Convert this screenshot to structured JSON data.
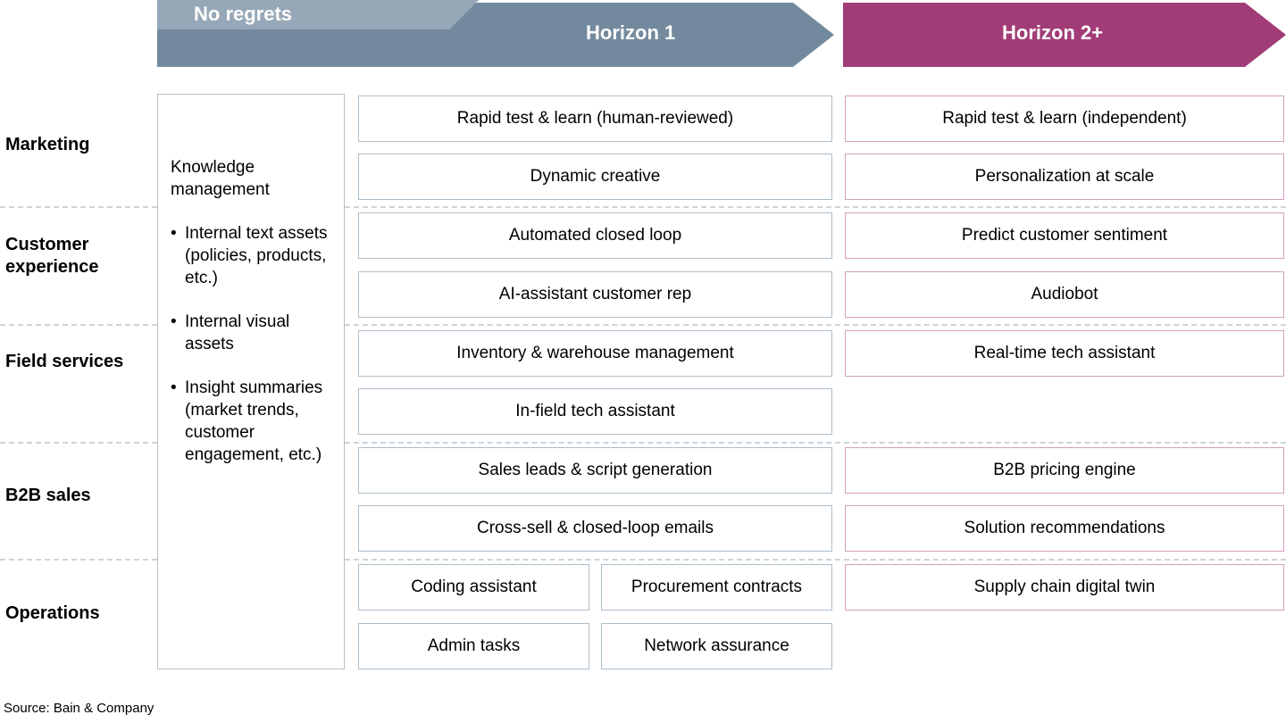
{
  "header": {
    "no_regrets_label": "No regrets",
    "horizon1_label": "Horizon 1",
    "horizon2_label": "Horizon 2+",
    "colors": {
      "no_regrets": "#96a8b8",
      "horizon1": "#738a9e",
      "horizon2": "#a13c77"
    }
  },
  "no_regrets_column": {
    "title": "Knowledge management",
    "bullets": [
      "Internal text assets (policies, products, etc.)",
      "Internal visual assets",
      "Insight summaries (market trends, customer engagement, etc.)"
    ]
  },
  "rows": [
    {
      "label": "Marketing",
      "horizon1": [
        "Rapid test & learn (human-reviewed)",
        "Dynamic creative"
      ],
      "horizon2": [
        "Rapid test & learn (independent)",
        "Personalization at scale"
      ]
    },
    {
      "label": "Customer experience",
      "horizon1": [
        "Automated closed loop",
        "AI-assistant customer rep"
      ],
      "horizon2": [
        "Predict customer sentiment",
        "Audiobot"
      ]
    },
    {
      "label": "Field services",
      "horizon1": [
        "Inventory & warehouse management",
        "In-field tech assistant"
      ],
      "horizon2": [
        "Real-time tech assistant"
      ]
    },
    {
      "label": "B2B sales",
      "horizon1": [
        "Sales leads & script generation",
        "Cross-sell & closed-loop emails"
      ],
      "horizon2": [
        "B2B pricing engine",
        "Solution recommendations"
      ]
    },
    {
      "label": "Operations",
      "horizon1_split": [
        [
          "Coding assistant",
          "Procurement contracts"
        ],
        [
          "Admin tasks",
          "Network assurance"
        ]
      ],
      "horizon2": [
        "Supply chain digital twin"
      ]
    }
  ],
  "footer": {
    "source": "Source: Bain & Company"
  }
}
